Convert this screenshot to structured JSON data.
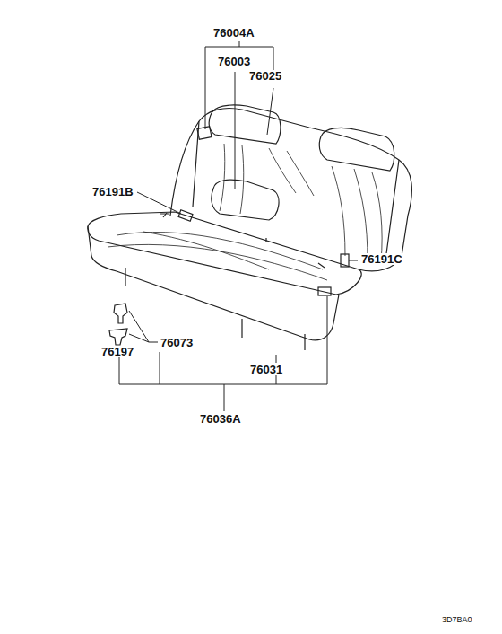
{
  "diagram": {
    "labels": [
      "76004A",
      "76003",
      "76025",
      "76191B",
      "76191C",
      "76073",
      "76197",
      "76031",
      "76036A",
      "3D7BA0"
    ]
  }
}
